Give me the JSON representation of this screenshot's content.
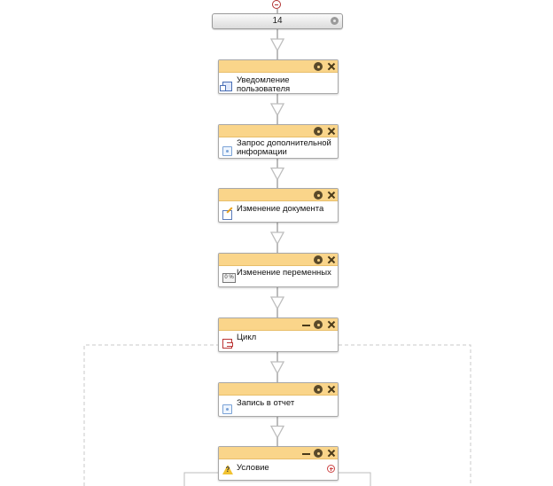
{
  "workflow": {
    "start_node": {
      "label": "14"
    },
    "activities": [
      {
        "label": "Уведомление пользователя",
        "icon": "user-notification-icon",
        "controls": [
          "settings",
          "close"
        ]
      },
      {
        "label": "Запрос дополнительной информации",
        "icon": "info-request-icon",
        "controls": [
          "settings",
          "close"
        ]
      },
      {
        "label": "Изменение документа",
        "icon": "edit-document-icon",
        "controls": [
          "settings",
          "close"
        ]
      },
      {
        "label": "Изменение переменных",
        "icon": "variables-icon",
        "controls": [
          "settings",
          "close"
        ]
      },
      {
        "label": "Цикл",
        "icon": "loop-icon",
        "controls": [
          "minimize",
          "settings",
          "close"
        ]
      },
      {
        "label": "Запись в отчет",
        "icon": "report-icon",
        "controls": [
          "settings",
          "close"
        ]
      },
      {
        "label": "Условие",
        "icon": "condition-icon",
        "controls": [
          "minimize",
          "settings",
          "close"
        ],
        "has_add": true
      }
    ]
  },
  "colors": {
    "header": "#fad58a",
    "connector": "#bdbdbd",
    "node_border": "#a8a8a8",
    "loop_border": "#c8c8c8"
  }
}
